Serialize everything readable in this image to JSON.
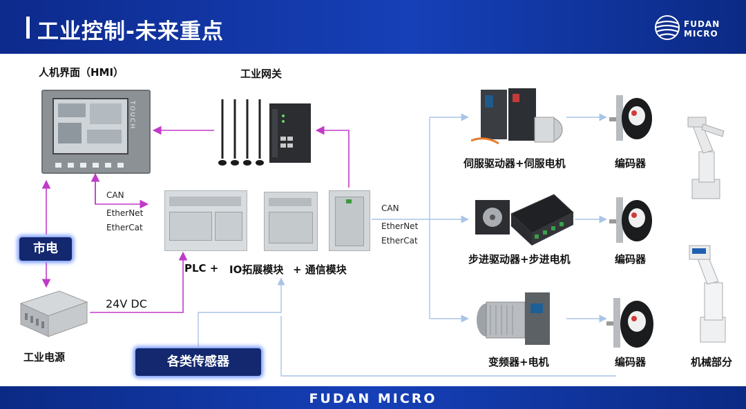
{
  "header": {
    "title": "工业控制-未来重点"
  },
  "logo": {
    "line1": "FUDAN",
    "line2": "MICRO"
  },
  "footer": {
    "text": "FUDAN MICRO"
  },
  "labels": {
    "hmi": "人机界面（HMI）",
    "gateway": "工业网关",
    "power_grid": "市电",
    "power_supply": "工业电源",
    "dc": "24V DC",
    "plc": "PLC +",
    "io": "IO拓展模块",
    "comm": "+ 通信模块",
    "sensors": "各类传感器",
    "servo": "伺服驱动器+伺服电机",
    "stepper": "步进驱动器+步进电机",
    "vfd": "变频器+电机",
    "encoder1": "编码器",
    "encoder2": "编码器",
    "encoder3": "编码器",
    "mechanical": "机械部分"
  },
  "bus_left": {
    "l1": "CAN",
    "l2": "EtherNet",
    "l3": "EtherCat"
  },
  "bus_right": {
    "l1": "CAN",
    "l2": "EtherNet",
    "l3": "EtherCat"
  },
  "hmi_screen_text": "TOUCH",
  "colors": {
    "header": "#1640b8",
    "arrow_magenta": "#c03ac8",
    "arrow_blue": "#a9c4e6",
    "box_dark": "#13286e"
  }
}
